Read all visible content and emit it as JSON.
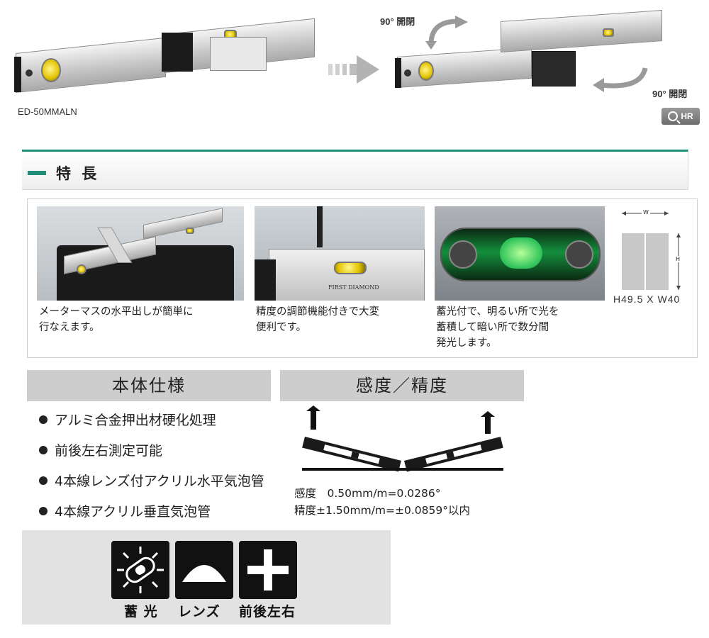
{
  "hero": {
    "model_label": "ED-50MMALN",
    "rotate_note_top": "90° 開閉",
    "rotate_note_bottom": "90° 開閉",
    "hr_button_label": "HR"
  },
  "features": {
    "heading": "特 長",
    "items": [
      {
        "caption_lines": [
          "メーターマスの水平出しが簡単に",
          "行なえます。"
        ]
      },
      {
        "caption_lines": [
          "精度の調節機能付きで大変",
          "便利です。"
        ]
      },
      {
        "caption_lines": [
          "蓄光付で、明るい所で光を",
          "蓄積して暗い所で数分間",
          "発光します。"
        ]
      }
    ],
    "dimension": {
      "w_label": "W",
      "h_label": "H",
      "text": "H49.5 X W40"
    },
    "brand_on_level": "FIRST DIAMOND"
  },
  "specs": {
    "body_spec_heading": "本体仕様",
    "body_spec_items": [
      "アルミ合金押出材硬化処理",
      "前後左右測定可能",
      "4本線レンズ付アクリル水平気泡管",
      "4本線アクリル垂直気泡管"
    ],
    "accuracy_heading": "感度／精度",
    "accuracy_lines": [
      "感度　0.50mm/m=0.0286°",
      "精度±1.50mm/m=±0.0859°以内"
    ]
  },
  "icons": [
    {
      "name": "luminous-icon",
      "label": "蓄 光"
    },
    {
      "name": "lens-icon",
      "label": "レンズ"
    },
    {
      "name": "front-back-left-right-icon",
      "label": "前後左右"
    }
  ],
  "colors": {
    "accent_green": "#1f8f79",
    "spec_header_gray": "#cdcdcd",
    "icon_panel_gray": "#e2e2e2"
  }
}
